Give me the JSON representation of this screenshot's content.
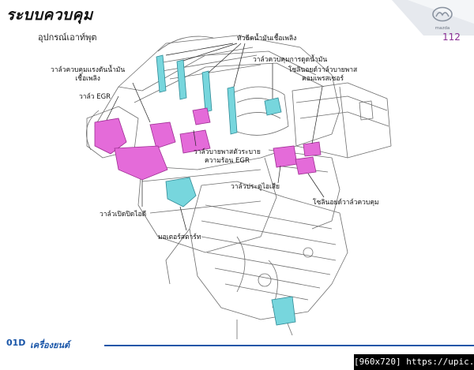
{
  "slide": {
    "title": "ระบบควบคุม",
    "subtitle": "อุปกรณ์เอาท์พุต",
    "page_number": "112",
    "brand_text": "mazda"
  },
  "callouts": {
    "fuel_injector": "หัวฉีดน้ำมันเชื้อเพลิง",
    "suction_control_valve": "วาล์วควบคุมการดูดน้ำมัน",
    "fuel_pressure_control_valve": "วาล์วควบคุมแรงดันน้ำมัน\nเชื้อเพลิง",
    "egr_valve": "วาล์ว EGR",
    "compressor_bypass_solenoid": "โซลินอยด์วาล์วบายพาส\nคอมเพรสเซอร์",
    "egr_cooler_bypass_valve": "วาล์วบายพาสตัวระบาย\nความร้อน EGR",
    "throttle_valve": "วาล์วประตูไอเสีย",
    "control_solenoid_valve": "โซลินอยด์วาล์วควบคุม",
    "intake_shutter_valve": "วาล์วเปิดปิดไอดี",
    "starter_motor": "มอเตอร์สตาร์ท"
  },
  "footer": {
    "code": "01D",
    "label": "เครื่องยนต์"
  },
  "watermark": "[960x720] https://upic.me/",
  "colors": {
    "highlight_magenta": "#e46bd9",
    "highlight_cyan": "#77d6dd",
    "accent_blue": "#1a56a8",
    "page_number_purple": "#8a2f94"
  }
}
